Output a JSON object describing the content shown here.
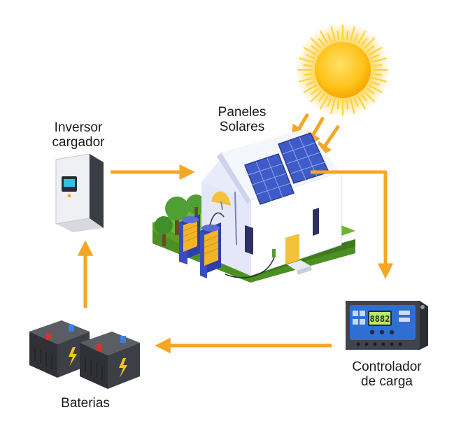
{
  "labels": {
    "inverter": [
      "Inversor",
      "cargador"
    ],
    "panels": [
      "Paneles",
      "Solares"
    ],
    "controller": [
      "Controlador",
      "de carga"
    ],
    "batteries": "Baterias"
  },
  "controller_display": "8882",
  "colors": {
    "arrow": "#F5A623",
    "sun": "#FFC21A",
    "panel": "#3F5BC7",
    "grass": "#5FA62E",
    "controller_body": "#2F6FD1",
    "battery_body": "#3A3A3A"
  }
}
